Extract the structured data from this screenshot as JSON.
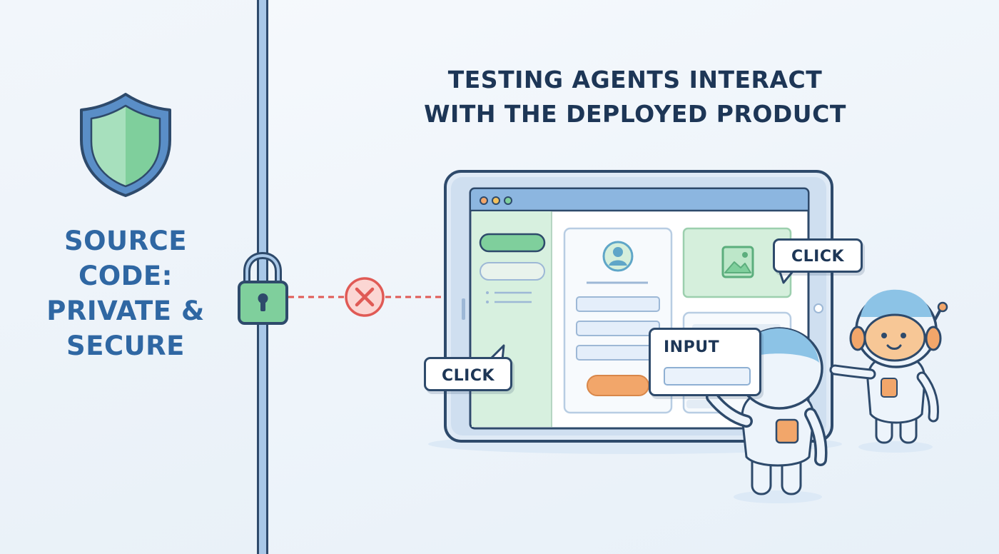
{
  "left": {
    "caption_lines": [
      "SOURCE",
      "CODE:",
      "PRIVATE &",
      "SECURE"
    ]
  },
  "right": {
    "title_lines": [
      "TESTING AGENTS INTERACT",
      "WITH THE DEPLOYED PRODUCT"
    ]
  },
  "bubbles": {
    "click_right": "CLICK",
    "click_left": "CLICK",
    "input": "INPUT"
  },
  "icons": [
    "shield-icon",
    "padlock-icon",
    "blocked-x-icon",
    "avatar-icon",
    "image-icon"
  ],
  "colors": {
    "primary_blue": "#2f67a3",
    "dark_navy": "#1d3656",
    "accent_green": "#7fcf9c",
    "accent_orange": "#f2a66a",
    "blocked_red": "#e05a55"
  }
}
